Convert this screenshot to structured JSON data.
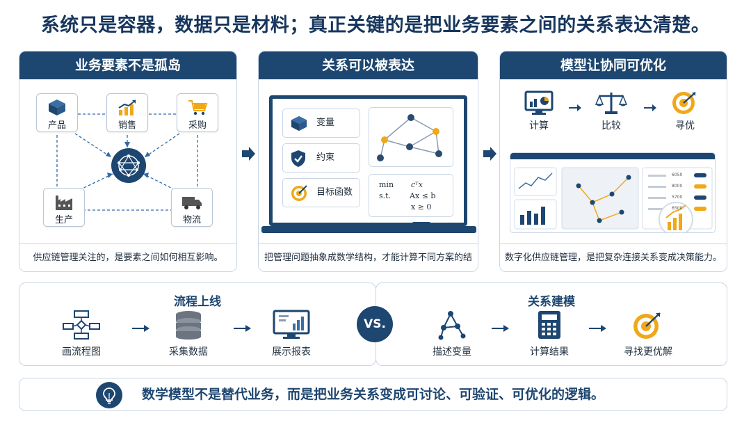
{
  "title": "系统只是容器，数据只是材料；真正关键的是把业务要素之间的关系表达清楚。",
  "panels": {
    "p1": {
      "title": "业务要素不是孤岛",
      "nodes": {
        "product": "产品",
        "sales": "销售",
        "purchase": "采购",
        "production": "生产",
        "logistics": "物流"
      },
      "caption": "供应链管理关注的，是要素之间如何相互影响。"
    },
    "p2": {
      "title": "关系可以被表达",
      "chips": {
        "variable": "变量",
        "constraint": "约束",
        "objective": "目标函数"
      },
      "formula": {
        "min": "min",
        "obj": "cᵀx",
        "st": "s.t.",
        "c1": "Ax ≤ b",
        "c2": "x ≥ 0"
      },
      "caption": "把管理问题抽象成数学结构，才能计算不同方案的结果。"
    },
    "p3": {
      "title": "模型让协同可优化",
      "items": {
        "compute": "计算",
        "compare": "比较",
        "optimize": "寻优"
      },
      "dash_values": [
        "6050",
        "8000",
        "5700",
        "6500"
      ],
      "caption": "数字化供应链管理，是把复杂连接关系变成决策能力。"
    }
  },
  "compare": {
    "left": {
      "title": "流程上线",
      "steps": [
        "画流程图",
        "采集数据",
        "展示报表"
      ]
    },
    "vs": "VS.",
    "right": {
      "title": "关系建模",
      "steps": [
        "描述变量",
        "计算结果",
        "寻找更优解"
      ]
    }
  },
  "footer": {
    "text": "数学模型不是替代业务，而是把业务关系变成可讨论、可验证、可优化的逻辑。"
  },
  "colors": {
    "navy": "#1d4670",
    "accent": "#f0a818",
    "border": "#c9d6e6"
  }
}
